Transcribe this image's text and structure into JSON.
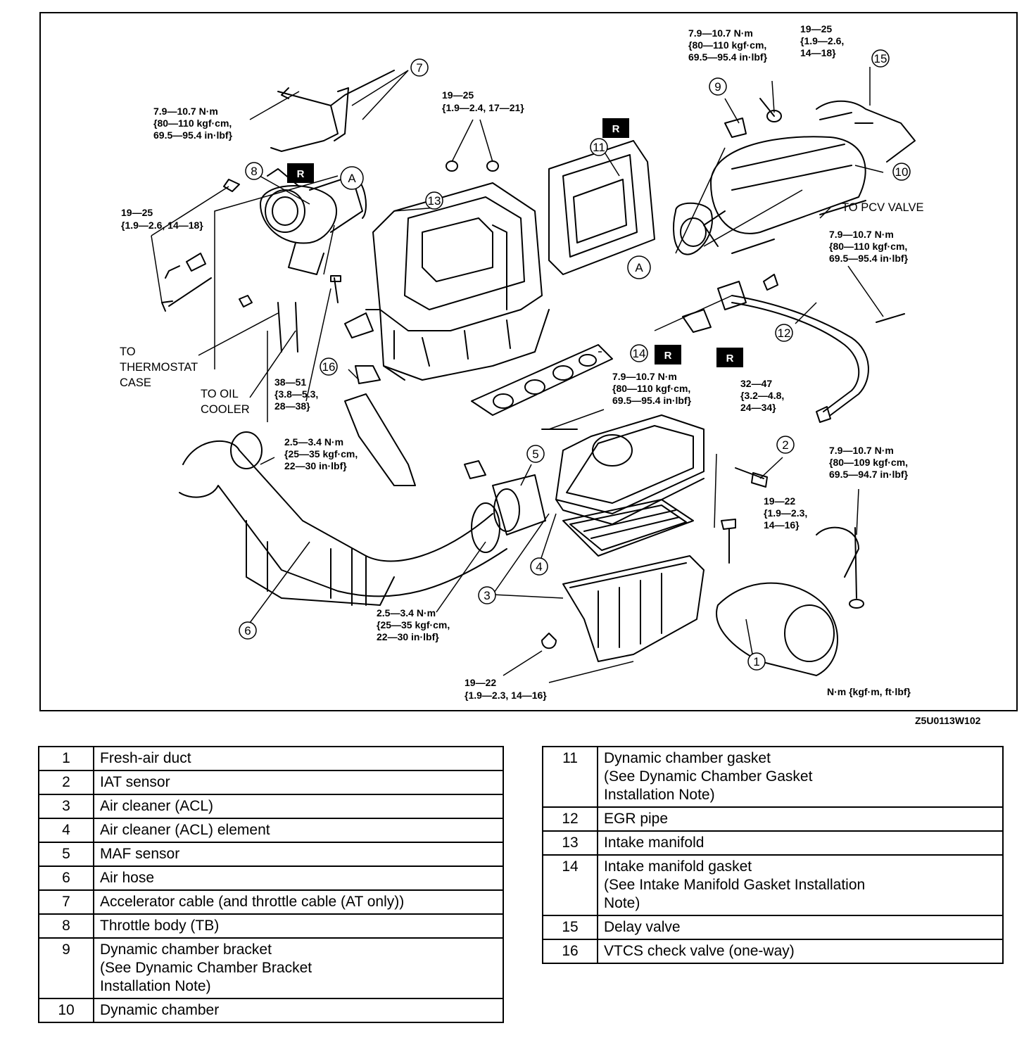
{
  "diagram": {
    "figure_code": "Z5U0113W102",
    "units_note": "N·m {kgf·m, ft·lbf}",
    "reuse_mark": "R",
    "view_mark": "A",
    "torque": {
      "t1": [
        "7.9—10.7 N·m",
        "{80—110 kgf·cm,",
        "69.5—95.4 in·lbf}"
      ],
      "t2": [
        "7.9—10.7 N·m",
        "{80—110 kgf·cm,",
        "69.5—95.4 in·lbf}"
      ],
      "t3": [
        "19—25",
        "{1.9—2.6,",
        "14—18}"
      ],
      "t4": [
        "19—25",
        "{1.9—2.4, 17—21}"
      ],
      "t5": [
        "19—25",
        "{1.9—2.6, 14—18}"
      ],
      "t6": [
        "7.9—10.7 N·m",
        "{80—110 kgf·cm,",
        "69.5—95.4 in·lbf}"
      ],
      "t7": [
        "7.9—10.7 N·m",
        "{80—110 kgf·cm,",
        "69.5—95.4 in·lbf}"
      ],
      "t8": [
        "38—51",
        "{3.8—5.3,",
        "28—38}"
      ],
      "t9": [
        "32—47",
        "{3.2—4.8,",
        "24—34}"
      ],
      "t10": [
        "2.5—3.4 N·m",
        "{25—35 kgf·cm,",
        "22—30 in·lbf}"
      ],
      "t11": [
        "7.9—10.7 N·m",
        "{80—109 kgf·cm,",
        "69.5—94.7 in·lbf}"
      ],
      "t12": [
        "19—22",
        "{1.9—2.3,",
        "14—16}"
      ],
      "t13": [
        "2.5—3.4 N·m",
        "{25—35 kgf·cm,",
        "22—30 in·lbf}"
      ],
      "t14": [
        "19—22",
        "{1.9—2.3, 14—16}"
      ]
    },
    "captions": {
      "pcv": "TO PCV VALVE",
      "thermo": [
        "TO",
        "THERMOSTAT",
        "CASE"
      ],
      "oil": [
        "TO OIL",
        "COOLER"
      ]
    },
    "callouts": [
      "1",
      "2",
      "3",
      "4",
      "5",
      "6",
      "7",
      "8",
      "9",
      "10",
      "11",
      "12",
      "13",
      "14",
      "15",
      "16"
    ]
  },
  "legend_left": [
    {
      "num": "1",
      "lines": [
        "Fresh-air duct"
      ]
    },
    {
      "num": "2",
      "lines": [
        "IAT sensor"
      ]
    },
    {
      "num": "3",
      "lines": [
        "Air cleaner (ACL)"
      ]
    },
    {
      "num": "4",
      "lines": [
        "Air cleaner (ACL) element"
      ]
    },
    {
      "num": "5",
      "lines": [
        "MAF sensor"
      ]
    },
    {
      "num": "6",
      "lines": [
        "Air hose"
      ]
    },
    {
      "num": "7",
      "lines": [
        "Accelerator cable (and throttle cable (AT only))"
      ]
    },
    {
      "num": "8",
      "lines": [
        "Throttle body (TB)"
      ]
    },
    {
      "num": "9",
      "lines": [
        "Dynamic chamber bracket",
        "(See Dynamic Chamber Bracket",
        "Installation Note)"
      ]
    },
    {
      "num": "10",
      "lines": [
        "Dynamic chamber"
      ]
    }
  ],
  "legend_right": [
    {
      "num": "11",
      "lines": [
        "Dynamic chamber gasket",
        "(See Dynamic Chamber Gasket",
        "Installation Note)"
      ]
    },
    {
      "num": "12",
      "lines": [
        "EGR pipe"
      ]
    },
    {
      "num": "13",
      "lines": [
        "Intake manifold"
      ]
    },
    {
      "num": "14",
      "lines": [
        "Intake manifold gasket",
        "(See Intake Manifold Gasket Installation",
        "Note)"
      ]
    },
    {
      "num": "15",
      "lines": [
        "Delay valve"
      ]
    },
    {
      "num": "16",
      "lines": [
        "VTCS check valve (one-way)"
      ]
    }
  ]
}
